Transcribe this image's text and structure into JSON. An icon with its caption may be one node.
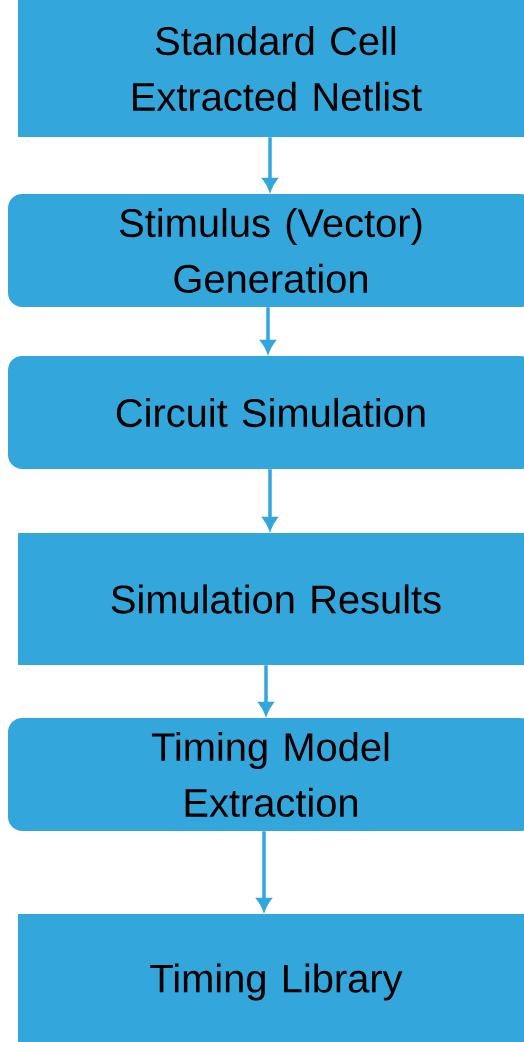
{
  "diagram": {
    "nodes": [
      {
        "text": [
          "Standard Cell Extracted Netlist"
        ]
      },
      {
        "text": [
          "Stimulus (Vector) Generation"
        ]
      },
      {
        "text": [
          "Circuit Simulation"
        ]
      },
      {
        "text": [
          "Simulation Results"
        ]
      },
      {
        "text": [
          "Timing Model Extraction"
        ]
      },
      {
        "text": [
          "Timing Library"
        ]
      }
    ],
    "edges": [
      {
        "from": 0,
        "to": 1,
        "arrow": "to"
      },
      {
        "from": 1,
        "to": 2,
        "arrow": "to"
      },
      {
        "from": 2,
        "to": 3,
        "arrow": "to"
      },
      {
        "from": 3,
        "to": 4,
        "arrow": "to"
      },
      {
        "from": 4,
        "to": 5,
        "arrow": "to"
      }
    ]
  }
}
